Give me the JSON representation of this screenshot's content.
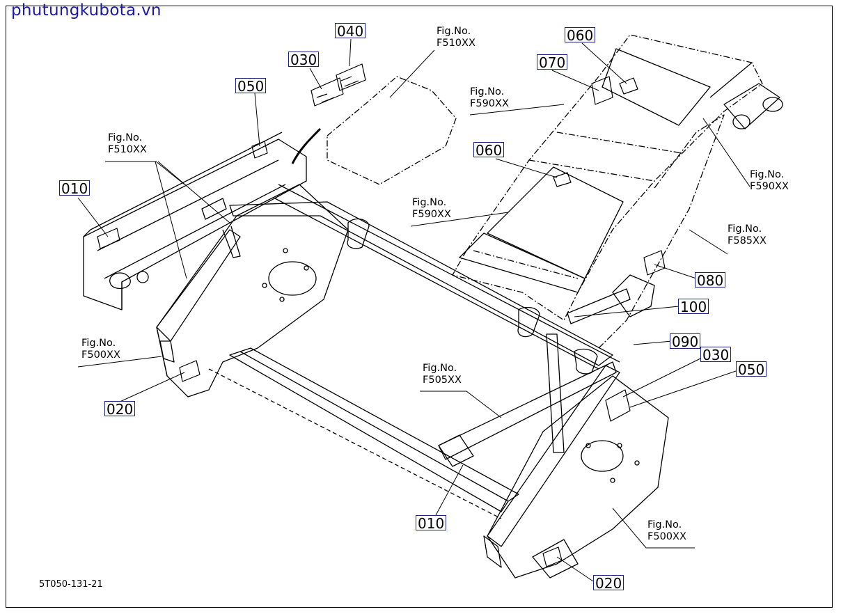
{
  "watermark": "phutungkubota.vn",
  "drawing_code": "5T050-131-21",
  "callouts": {
    "c010a": "010",
    "c050a": "050",
    "c030a": "030",
    "c040": "040",
    "c060a": "060",
    "c070": "070",
    "c060b": "060",
    "c080": "080",
    "c100": "100",
    "c090": "090",
    "c030b": "030",
    "c050b": "050",
    "c020a": "020",
    "c010b": "010",
    "c020b": "020"
  },
  "figrefs": {
    "f1": {
      "label": "Fig.No.",
      "value": "F510XX"
    },
    "f2": {
      "label": "Fig.No.",
      "value": "F510XX"
    },
    "f3": {
      "label": "Fig.No.",
      "value": "F590XX"
    },
    "f4": {
      "label": "Fig.No.",
      "value": "F590XX"
    },
    "f5": {
      "label": "Fig.No.",
      "value": "F590XX"
    },
    "f6": {
      "label": "Fig.No.",
      "value": "F585XX"
    },
    "f7": {
      "label": "Fig.No.",
      "value": "F500XX"
    },
    "f8": {
      "label": "Fig.No.",
      "value": "F505XX"
    },
    "f9": {
      "label": "Fig.No.",
      "value": "F500XX"
    }
  },
  "colors": {
    "callout_border": "#1a237e",
    "watermark": "#1a1aa6",
    "line": "#000000"
  }
}
